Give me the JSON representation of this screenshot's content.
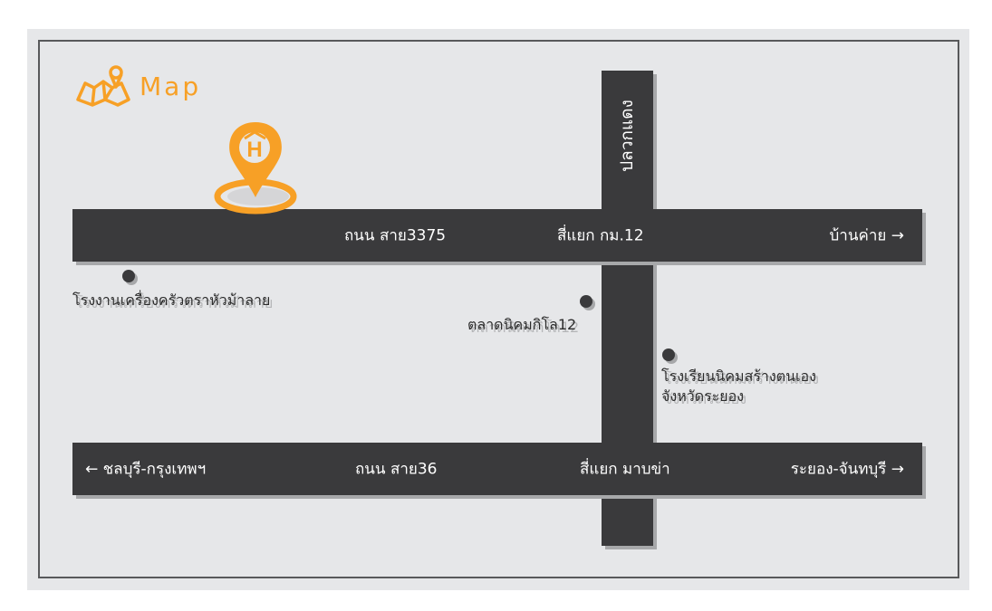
{
  "logo": {
    "text": "Map",
    "icon": "map-pin-icon"
  },
  "colors": {
    "accent": "#f7a026",
    "road": "#3a3a3c",
    "background": "#e6e7e9"
  },
  "roads": {
    "top": {
      "name": "ถนน สาย3375",
      "junction": "สี่แยก กม.12",
      "east": "บ้านค่าย →"
    },
    "bottom": {
      "west": "← ชลบุรี-กรุงเทพฯ",
      "name": "ถนน สาย36",
      "junction": "สี่แยก มาบข่า",
      "east": "ระยอง-จันทบุรี →"
    },
    "vertical": {
      "name": "ปลวกแดง"
    }
  },
  "places": [
    {
      "name": "โรงงานเครื่องครัวตราหัวม้าลาย"
    },
    {
      "name": "ตลาดนิคมกิโล12"
    },
    {
      "name": "โรงเรียนนิคมสร้างตนเอง",
      "line2": "จังหวัดระยอง"
    }
  ],
  "marker": {
    "letter": "H",
    "icon": "hotel-location-marker-icon"
  }
}
